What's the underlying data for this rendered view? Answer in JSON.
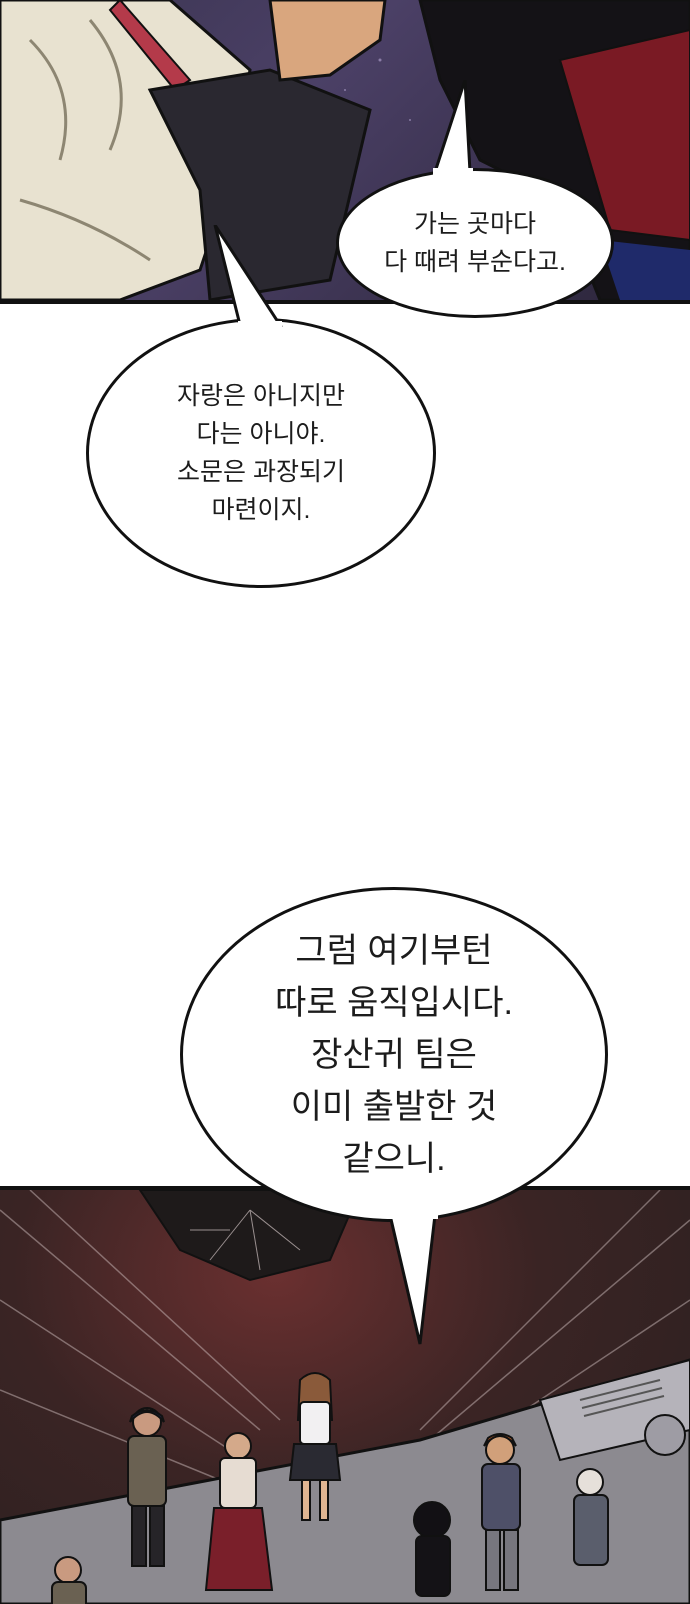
{
  "comic": {
    "bubbles": {
      "bubble_a": "가는 곳마다\n다 때려 부순다고.",
      "bubble_b": "자랑은 아니지만\n다는 아니야.\n소문은 과장되기\n마련이지.",
      "bubble_c": "그럼 여기부턴\n따로 움직입시다.\n장산귀 팀은\n이미 출발한 것\n같으니."
    },
    "colors": {
      "panel_top_bg": "#3f3656",
      "panel_bottom_bg": "#3a2424",
      "bubble_fill": "#ffffff",
      "outline": "#111111"
    }
  }
}
